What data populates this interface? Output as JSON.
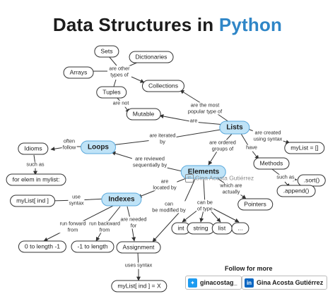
{
  "title": {
    "main": "Data Structures in",
    "accent": "Python"
  },
  "nodes": {
    "sets": "Sets",
    "dictionaries": "Dictionaries",
    "arrays": "Arrays",
    "collections": "Collections",
    "tuples": "Tuples",
    "mutable": "Mutable",
    "lists": "Lists",
    "loops": "Loops",
    "idioms": "Idioms",
    "for_elem": "for elem in mylist:",
    "mylist_empty": "myList = []",
    "methods": "Methods",
    "sort": ".sort()",
    "append": ".append()",
    "elements": "Elements",
    "indexes": "Indexes",
    "mylist_ind": "myList[ ind ]",
    "pointers": "Pointers",
    "int": "int",
    "string": "string",
    "list": "list",
    "more": "...",
    "zero_to_len": "0 to length -1",
    "neg_to_len": "-1 to length",
    "assignment": "Assignment",
    "mylist_assign": "myList[ ind ] = X"
  },
  "labels": {
    "are_other_types": "are other\ntypes of",
    "are_not": "are not",
    "are_most_popular": "are the most\npopular type of",
    "are": "are",
    "are_iterated_by": "are iterated\nby",
    "often_follow": "often\nfollow",
    "such_as_1": "such as",
    "are_created": "are created\nusing syntax",
    "have": "have",
    "such_as_2": "such as",
    "are_ordered": "are ordered\ngroups of",
    "are_reviewed": "are reviewed\nsequentially by",
    "are_located_by": "are\nlocated by",
    "use_syntax": "use\nsyntax",
    "which_are_actually": "which are\nactually",
    "can_be_of_type": "can be\nof type",
    "can_be_modified_by": "can\nbe modified by",
    "run_forward": "run forward\nfrom",
    "run_backward": "run backward\nfrom",
    "are_needed_for": "are needed\nfor",
    "uses_syntax": "uses syntax"
  },
  "watermark": "Gina Acosta Gutiérrez",
  "footer": {
    "follow": "Follow for more",
    "twitter_handle": "ginacostag_",
    "linkedin_name": "Gina Acosta Gutiérrez"
  },
  "colors": {
    "accent": "#2f86c7",
    "node_fill": "#bfe3f7",
    "node_border": "#5aa9dc",
    "twitter": "#1d9bf0",
    "linkedin": "#0a66c2"
  },
  "icons": {
    "watermark": "linkedin-icon",
    "twitter": "twitter-icon",
    "linkedin": "linkedin-icon"
  }
}
